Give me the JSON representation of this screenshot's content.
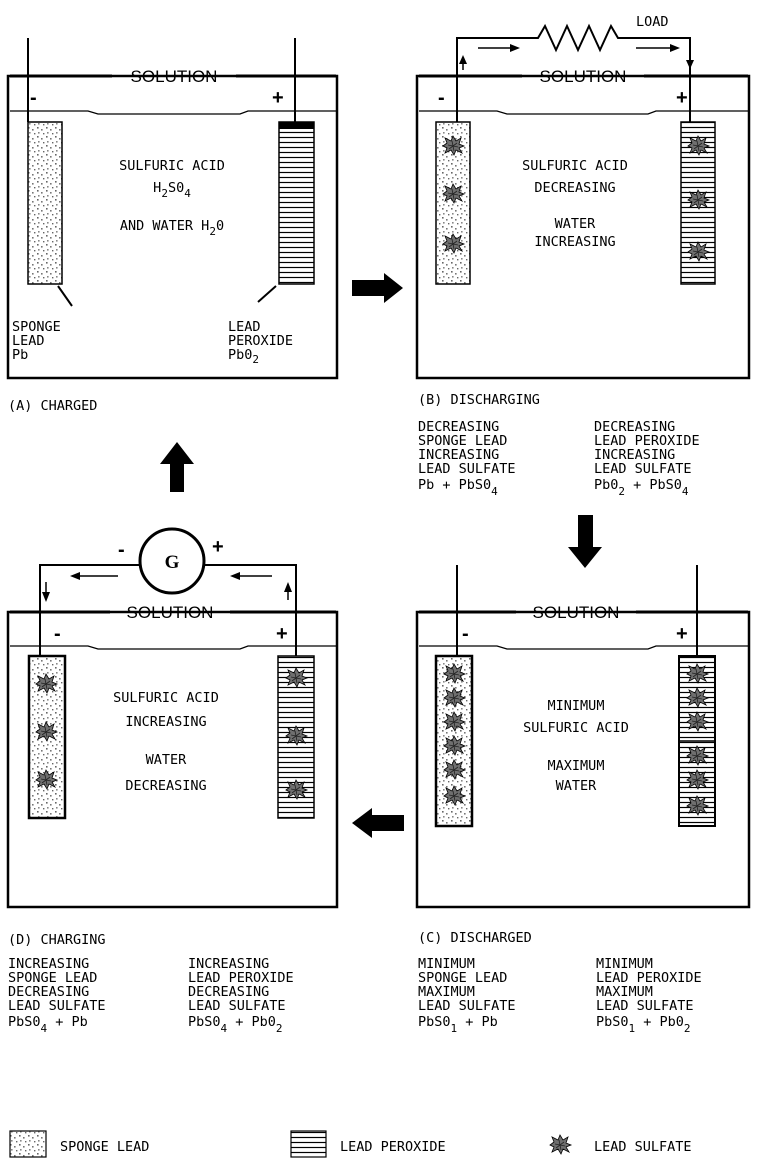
{
  "common": {
    "solution_label": "SOLUTION",
    "minus": "-",
    "plus": "+",
    "load_label": "LOAD",
    "galvanometer_label": "G"
  },
  "cell_a": {
    "caption": "(A) CHARGED",
    "inner_lines": [
      "SULFURIC ACID",
      "H",
      "2",
      "S0",
      "4",
      "AND WATER H",
      "2",
      "0"
    ],
    "left_label": [
      "SPONGE",
      "LEAD",
      "Pb"
    ],
    "right_label": [
      "LEAD",
      "PEROXIDE",
      "Pb0",
      "2"
    ]
  },
  "cell_b": {
    "caption": "(B) DISCHARGING",
    "inner_lines": [
      "SULFURIC ACID",
      "DECREASING",
      "WATER",
      "INCREASING"
    ],
    "left_notes": [
      "DECREASING",
      "SPONGE LEAD",
      "INCREASING",
      "LEAD SULFATE",
      "Pb + PbS0",
      "4"
    ],
    "right_notes": [
      "DECREASING",
      "LEAD PEROXIDE",
      "INCREASING",
      "LEAD SULFATE",
      "Pb0",
      "2",
      " + PbS0",
      "4"
    ]
  },
  "cell_c": {
    "caption": "(C) DISCHARGED",
    "inner_lines": [
      "MINIMUM",
      "SULFURIC ACID",
      "MAXIMUM",
      "WATER"
    ],
    "left_notes": [
      "MINIMUM",
      "SPONGE LEAD",
      "MAXIMUM",
      "LEAD SULFATE",
      "PbS0",
      "1",
      " + Pb"
    ],
    "right_notes": [
      "MINIMUM",
      "LEAD PEROXIDE",
      "MAXIMUM",
      "LEAD SULFATE",
      "PbS0",
      "1",
      " + Pb0",
      "2"
    ]
  },
  "cell_d": {
    "caption": "(D) CHARGING",
    "inner_lines": [
      "SULFURIC ACID",
      "INCREASING",
      "WATER",
      "DECREASING"
    ],
    "left_notes": [
      "INCREASING",
      "SPONGE LEAD",
      "DECREASING",
      "LEAD SULFATE",
      "PbS0",
      "4",
      " + Pb"
    ],
    "right_notes": [
      "INCREASING",
      "LEAD PEROXIDE",
      "DECREASING",
      "LEAD SULFATE",
      "PbS0",
      "4",
      " + Pb0",
      "2"
    ]
  },
  "legend": {
    "sponge_lead": "SPONGE LEAD",
    "lead_peroxide": "LEAD PEROXIDE",
    "lead_sulfate": "LEAD SULFATE"
  }
}
